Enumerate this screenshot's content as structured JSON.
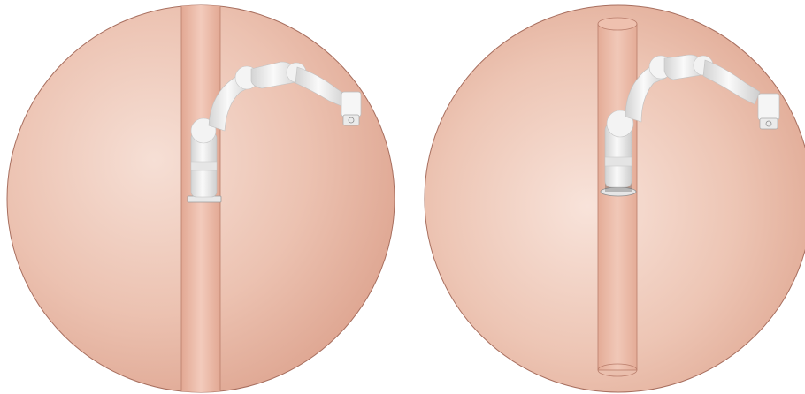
{
  "scene": {
    "background_color": "#ffffff",
    "sphere_color": "#e3a996",
    "sphere_highlight_color": "#f6ddd2",
    "sphere_edge_color": "#a86f5f",
    "cylinder_color": "#e9b4a1",
    "robot_color": "#f1f1f1",
    "robot_shadow_color": "#b9b9b9"
  },
  "panels": [
    {
      "view": "front-view",
      "content": "robot-arm-in-spherical-workspace"
    },
    {
      "view": "perspective-view",
      "content": "robot-arm-in-spherical-workspace"
    }
  ]
}
